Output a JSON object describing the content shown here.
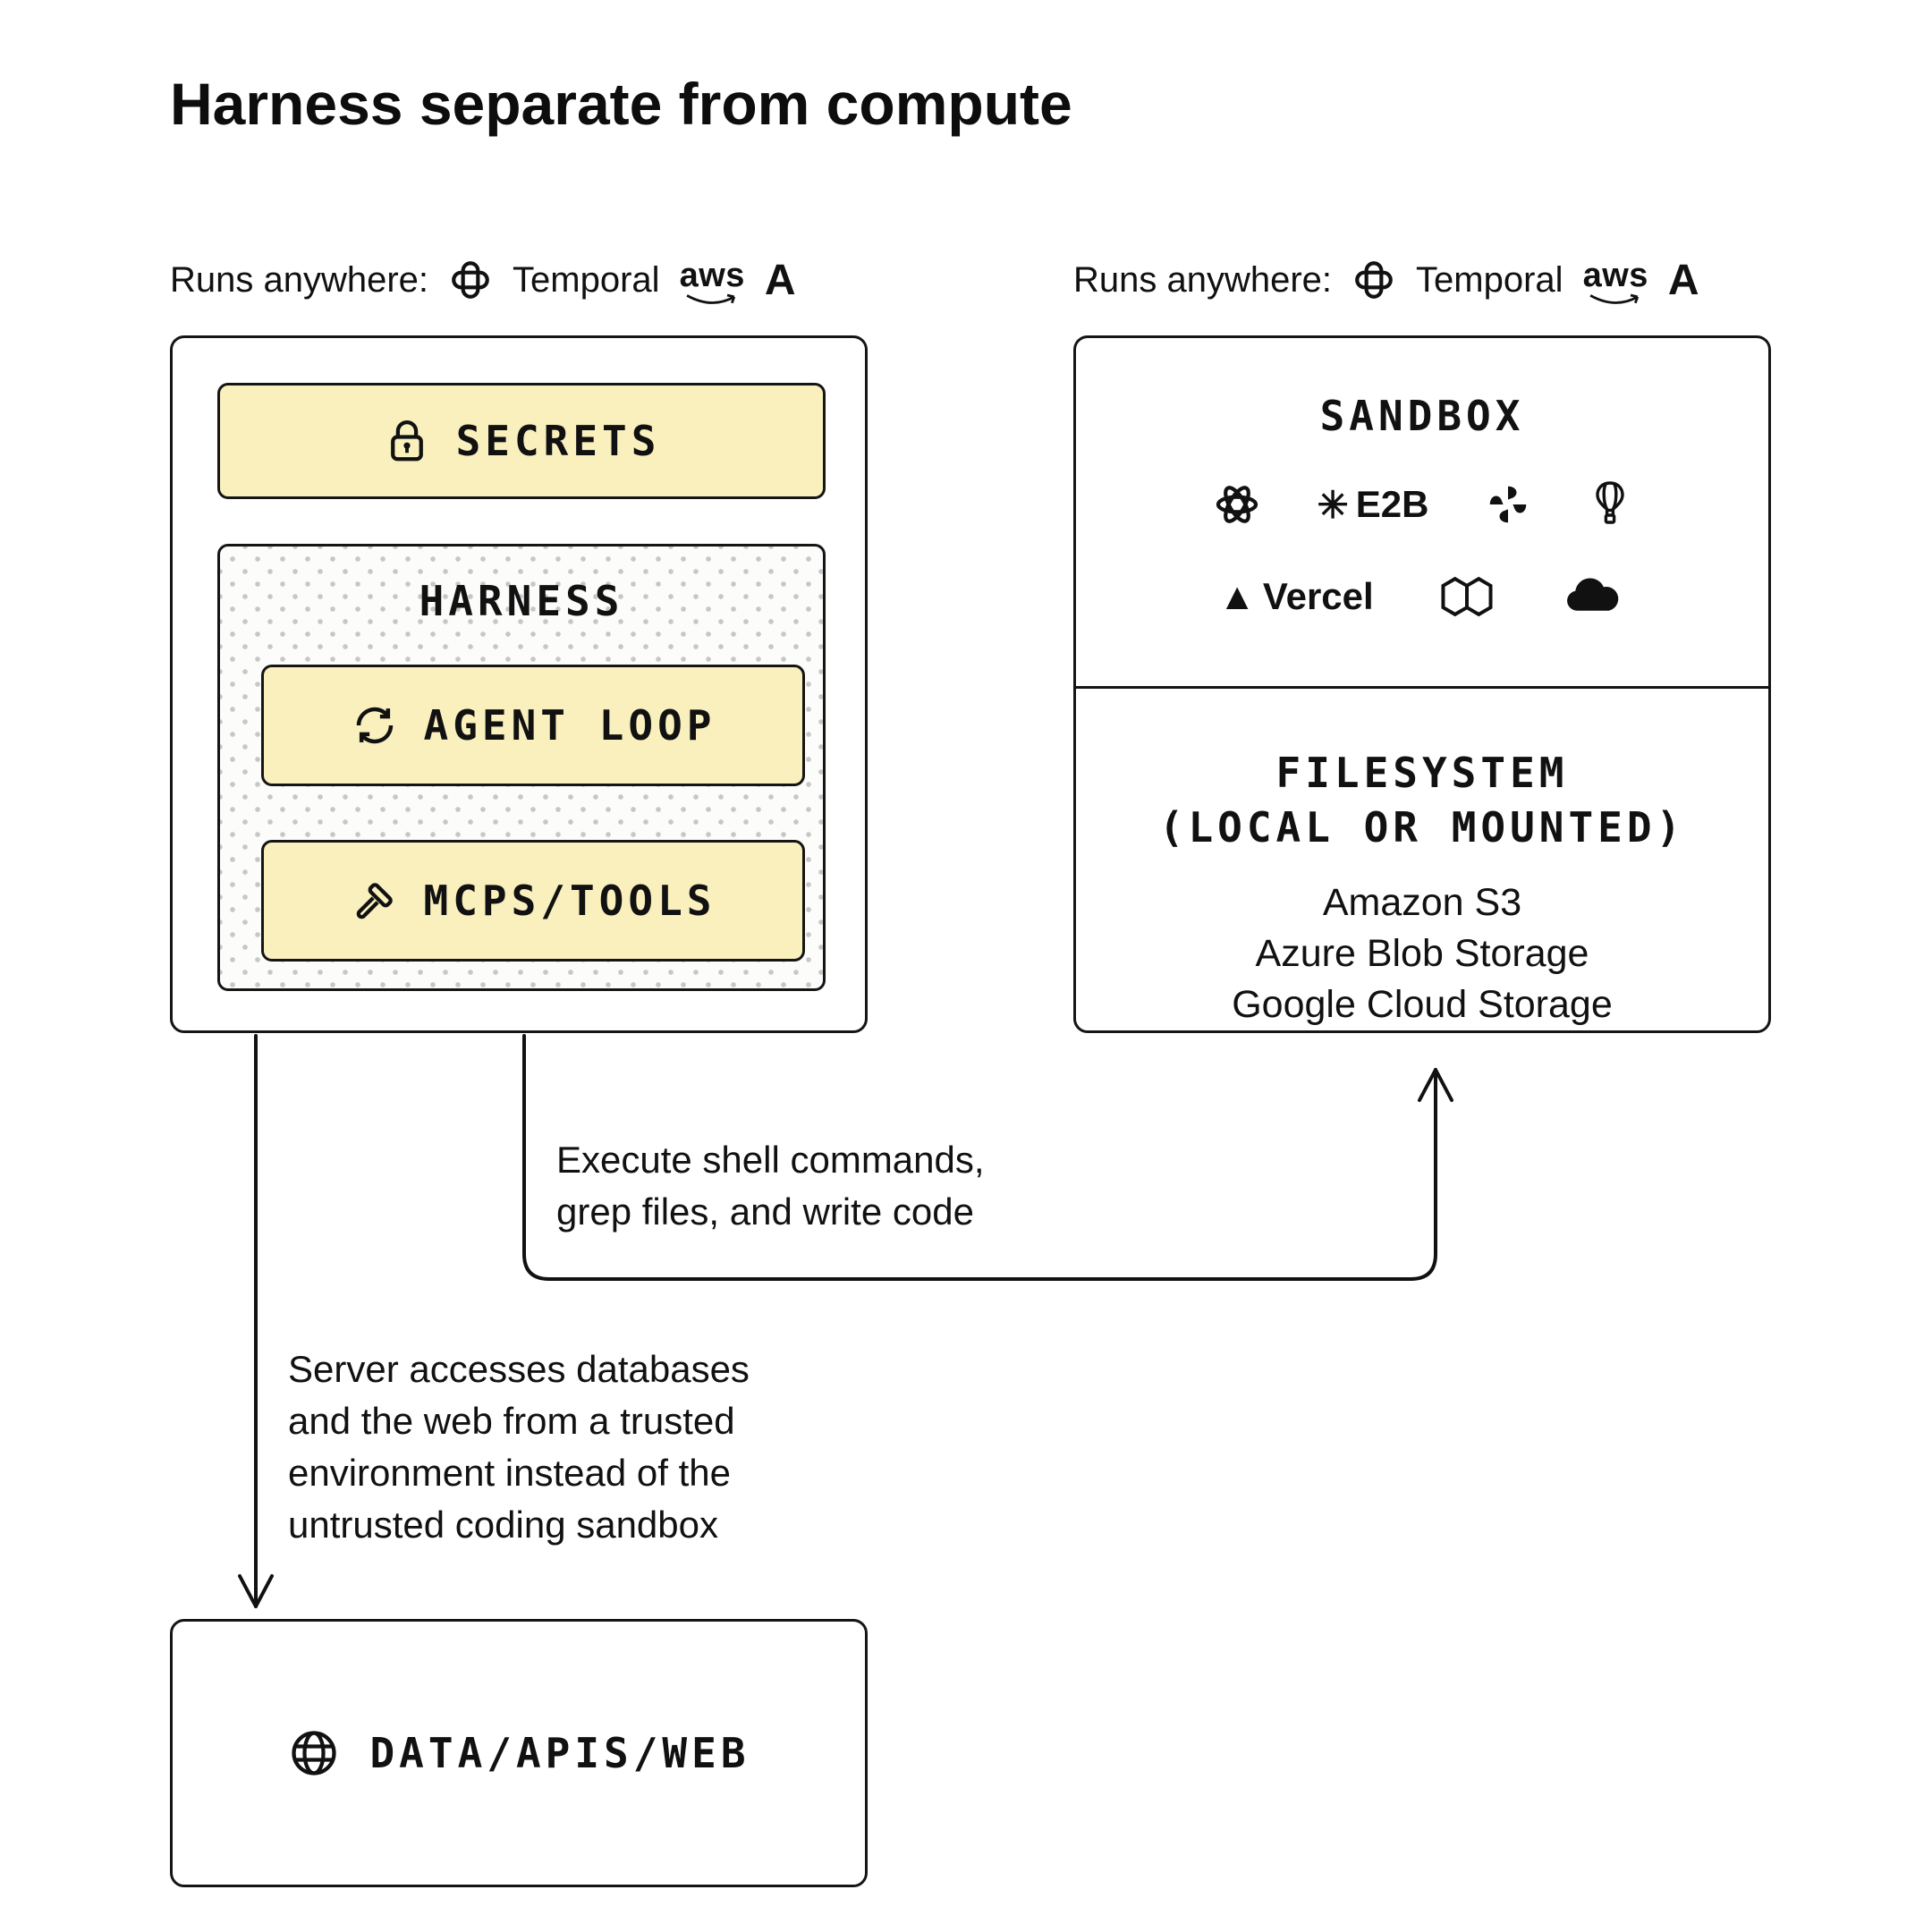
{
  "title": "Harness separate from compute",
  "colors": {
    "yellow": "#FAF0BE",
    "ink": "#151515",
    "background": "#FFFFFF",
    "dot_gray": "#C7C7C7"
  },
  "left_panel": {
    "runs_anywhere": "Runs anywhere:",
    "temporal": "Temporal",
    "aws": "aws",
    "anthropic": "A",
    "secrets": "SECRETS",
    "harness": "HARNESS",
    "agent_loop": "AGENT LOOP",
    "mcps_tools": "MCPS/TOOLS"
  },
  "right_panel": {
    "runs_anywhere": "Runs anywhere:",
    "temporal": "Temporal",
    "aws": "aws",
    "anthropic": "A",
    "sandbox_title": "SANDBOX",
    "e2b_asterisk": "✳",
    "e2b": "E2B",
    "vercel_triangle": "▲",
    "vercel": "Vercel",
    "filesystem_title": "FILESYSTEM",
    "filesystem_subtitle": "(LOCAL OR MOUNTED)",
    "providers": [
      "Amazon S3",
      "Azure Blob Storage",
      "Google Cloud Storage"
    ]
  },
  "annotations": {
    "execute_line1": "Execute shell commands,",
    "execute_line2": "grep files, and write code",
    "server_line1": "Server accesses databases",
    "server_line2": "and the web from a trusted",
    "server_line3": "environment instead of the",
    "server_line4": "untrusted coding sandbox"
  },
  "bottom_box": {
    "label": "DATA/APIS/WEB"
  }
}
